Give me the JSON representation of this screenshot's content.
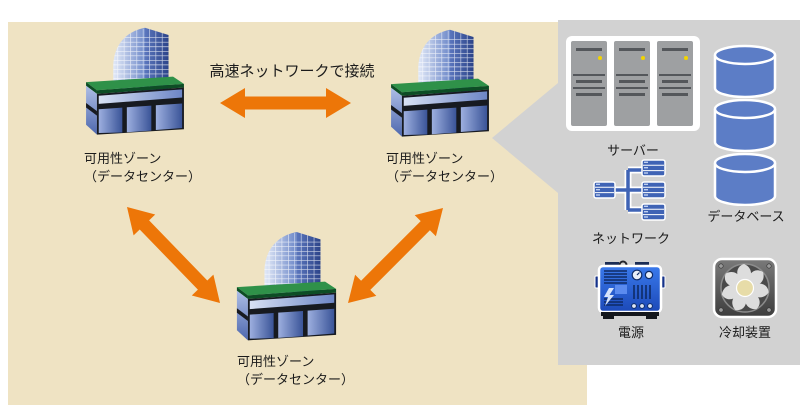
{
  "colors": {
    "page_bg": "#ffffff",
    "canvas_bg": "#EFE3C3",
    "panel_bg": "#D2D2D2",
    "arrow_orange": "#ED7608",
    "text": "#1b1b1b",
    "database_blue": "#5C7DC6",
    "network_blue": "#3F63B5",
    "server_gray": "#9EA0A2",
    "led_yellow": "#F2D400"
  },
  "canvas": {
    "connection_label": "高速ネットワークで接続",
    "zones": [
      {
        "line1": "可用性ゾーン",
        "line2": "（データセンター）"
      },
      {
        "line1": "可用性ゾーン",
        "line2": "（データセンター）"
      },
      {
        "line1": "可用性ゾーン",
        "line2": "（データセンター）"
      }
    ]
  },
  "panel": {
    "server_label": "サーバー",
    "database_label": "データベース",
    "network_label": "ネットワーク",
    "power_label": "電源",
    "cooling_label": "冷却装置"
  }
}
